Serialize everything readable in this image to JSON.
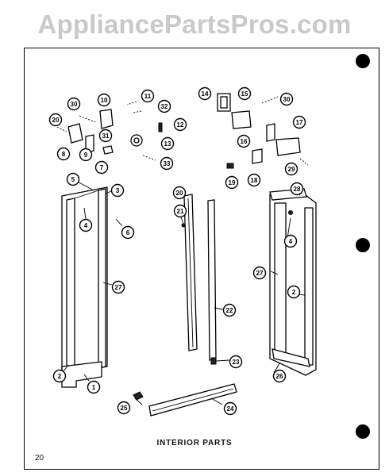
{
  "watermark": "AppliancePartsPros.com",
  "caption": "INTERIOR PARTS",
  "page_number": "20",
  "callouts": [
    "1",
    "2",
    "3",
    "4",
    "5",
    "6",
    "7",
    "8",
    "9",
    "10",
    "11",
    "12",
    "13",
    "14",
    "15",
    "16",
    "17",
    "18",
    "19",
    "20",
    "21",
    "22",
    "23",
    "24",
    "25",
    "26",
    "27",
    "28",
    "29",
    "30",
    "31",
    "32",
    "33"
  ]
}
